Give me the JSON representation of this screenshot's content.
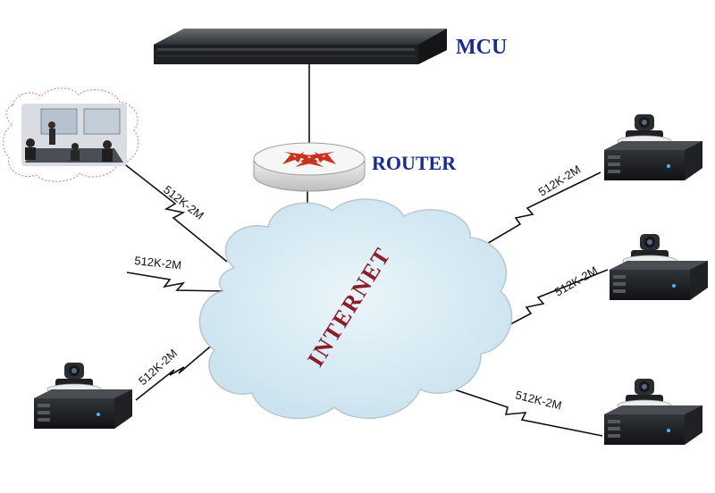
{
  "labels": {
    "mcu": "MCU",
    "router": "ROUTER",
    "internet": "INTERNET"
  },
  "links": [
    {
      "id": "room",
      "bandwidth": "512K-2M"
    },
    {
      "id": "left-mid",
      "bandwidth": "512K-2M"
    },
    {
      "id": "left-bottom",
      "bandwidth": "512K-2M"
    },
    {
      "id": "right-top",
      "bandwidth": "512K-2M"
    },
    {
      "id": "right-mid",
      "bandwidth": "512K-2M"
    },
    {
      "id": "right-bottom",
      "bandwidth": "512K-2M"
    }
  ],
  "colors": {
    "label_blue": "#1b2a8f",
    "internet_text": "#8a1c2b",
    "cloud_fill": "#d6eaf3",
    "router_arrow": "#c8321e"
  },
  "icons": [
    "mcu-server-icon",
    "router-icon",
    "internet-cloud-icon",
    "conference-room-icon",
    "video-terminal-icon"
  ]
}
